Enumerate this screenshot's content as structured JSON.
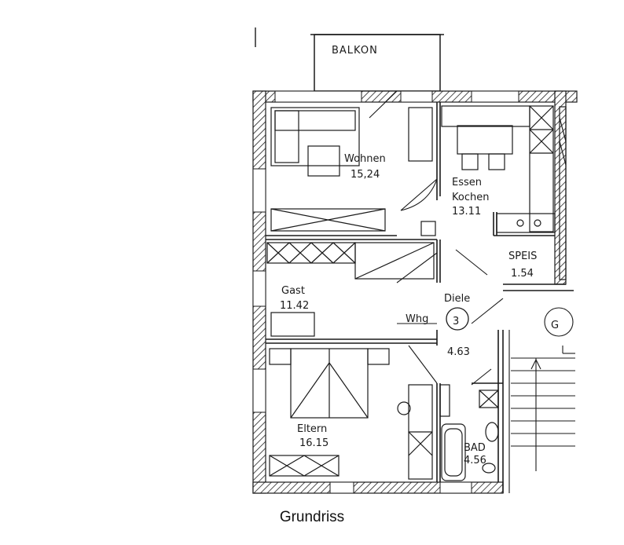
{
  "caption": "Grundriss",
  "balcony": "BALKON",
  "unit": {
    "prefix": "Whg",
    "number": "3"
  },
  "stair_marker": "G",
  "rooms": [
    {
      "key": "wohnen",
      "name": "Wohnen",
      "area": "15,24"
    },
    {
      "key": "essen",
      "name": "Essen",
      "name2": "Kochen",
      "area": "13.11"
    },
    {
      "key": "speis",
      "name": "SPEIS",
      "area": "1.54"
    },
    {
      "key": "gast",
      "name": "Gast",
      "area": "11.42"
    },
    {
      "key": "diele",
      "name": "Diele",
      "area": "4.63"
    },
    {
      "key": "eltern",
      "name": "Eltern",
      "area": "16.15"
    },
    {
      "key": "bad",
      "name": "BAD",
      "area": "4.56"
    }
  ],
  "colors": {
    "ink": "#1a1a1a",
    "paper": "#ffffff"
  }
}
